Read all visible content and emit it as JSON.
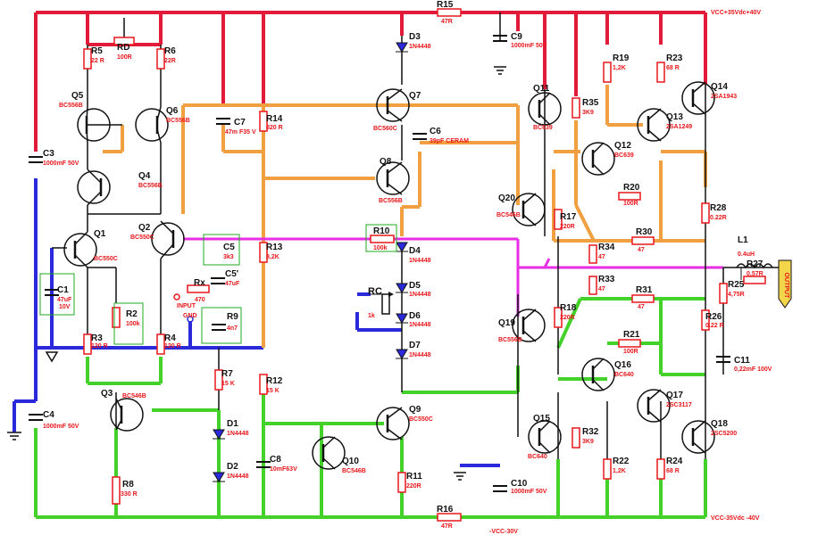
{
  "colors": {
    "vcc_pos": "#e31b3b",
    "vcc_neg": "#44d12a",
    "gnd": "#2a2adb",
    "mid": "#f0a040",
    "signal": "#e62ee6",
    "ink": "#111111",
    "value": "#e8161b",
    "resistor": "#e8161b",
    "marker": "#1fa81f"
  },
  "rails": {
    "vcc_pos": "VCC+35Vdc+40V",
    "vcc_neg": "VCC-35Vdc -40V",
    "neg_out": "-VCC-30V"
  },
  "input": {
    "label": "INPUT",
    "gnd": "GND"
  },
  "output": {
    "label": "OUTPUT"
  },
  "components": {
    "r15": {
      "ref": "R15",
      "val": "47R"
    },
    "r16": {
      "ref": "R16",
      "val": "47R"
    },
    "r5": {
      "ref": "R5",
      "val": "22 R"
    },
    "rd": {
      "ref": "RD",
      "val": "100R"
    },
    "r6": {
      "ref": "R6",
      "val": "22R"
    },
    "q5": {
      "ref": "Q5",
      "val": "BC556B"
    },
    "q6": {
      "ref": "Q6",
      "val": "BC556B"
    },
    "q4": {
      "ref": "Q4",
      "val": "BC556B"
    },
    "q2": {
      "ref": "Q2",
      "val": "BC550C"
    },
    "q1": {
      "ref": "Q1",
      "val": "BC550C"
    },
    "q3": {
      "ref": "Q3",
      "val": "BC546B"
    },
    "c3": {
      "ref": "C3",
      "val": "1000mF 50V"
    },
    "c4": {
      "ref": "C4",
      "val": "1000mF 50V"
    },
    "c1": {
      "ref": "C1",
      "val": "47uF",
      "val2": "10V"
    },
    "r2": {
      "ref": "R2",
      "val": "100k"
    },
    "r3": {
      "ref": "R3",
      "val": "120 R"
    },
    "r4": {
      "ref": "R4",
      "val": "120 R"
    },
    "r8": {
      "ref": "R8",
      "val": "330 R"
    },
    "c7": {
      "ref": "C7",
      "val": "47m F35 V"
    },
    "r14": {
      "ref": "R14",
      "val": "820 R"
    },
    "c5": {
      "ref": "C5",
      "val": "3k3"
    },
    "c5p": {
      "ref": "C5'",
      "val": "47uF"
    },
    "rx": {
      "ref": "Rx",
      "val": "470"
    },
    "r9": {
      "ref": "R9",
      "val": "4n7"
    },
    "r13": {
      "ref": "R13",
      "val": "8,2K"
    },
    "r7": {
      "ref": "R7",
      "val": "15 K"
    },
    "d1": {
      "ref": "D1",
      "val": "1N4448"
    },
    "d2": {
      "ref": "D2",
      "val": "1N4448"
    },
    "r12": {
      "ref": "R12",
      "val": "15 K"
    },
    "c8": {
      "ref": "C8",
      "val": "10mF63V"
    },
    "q10": {
      "ref": "Q10",
      "val": "BC546B"
    },
    "d3": {
      "ref": "D3",
      "val": "1N4448"
    },
    "c9": {
      "ref": "C9",
      "val": "1000mF 50V"
    },
    "q7": {
      "ref": "Q7",
      "val": "BC560C"
    },
    "c6": {
      "ref": "C6",
      "val": "39pF CERAM"
    },
    "q8": {
      "ref": "Q8",
      "val": "BC556B"
    },
    "r10": {
      "ref": "R10",
      "val": "100k"
    },
    "d4": {
      "ref": "D4",
      "val": "1N4448"
    },
    "rc": {
      "ref": "RC",
      "val": "1k"
    },
    "d5": {
      "ref": "D5",
      "val": "1N4448"
    },
    "d6": {
      "ref": "D6",
      "val": "1N4448"
    },
    "d7": {
      "ref": "D7",
      "val": "1N4448"
    },
    "q9": {
      "ref": "Q9",
      "val": "BC550C"
    },
    "r11": {
      "ref": "R11",
      "val": "220R"
    },
    "c10": {
      "ref": "C10",
      "val": "1000mF 50V"
    },
    "q11": {
      "ref": "Q11",
      "val": "BC639"
    },
    "r35": {
      "ref": "R35",
      "val": "3K9"
    },
    "r19": {
      "ref": "R19",
      "val": "1,2K"
    },
    "r23": {
      "ref": "R23",
      "val": "68 R"
    },
    "q14": {
      "ref": "Q14",
      "val": "2SA1943"
    },
    "q13": {
      "ref": "Q13",
      "val": "2SA1249"
    },
    "q12": {
      "ref": "Q12",
      "val": "BC639"
    },
    "r20": {
      "ref": "R20",
      "val": "100R"
    },
    "q20": {
      "ref": "Q20",
      "val": "BC546B"
    },
    "r17": {
      "ref": "R17",
      "val": "220R"
    },
    "r34": {
      "ref": "R34",
      "val": "47"
    },
    "r30": {
      "ref": "R30",
      "val": "47"
    },
    "r28": {
      "ref": "R28",
      "val": "0.22R"
    },
    "l1": {
      "ref": "L1",
      "val": "0.4uH"
    },
    "r27": {
      "ref": "R27",
      "val": "0,57R"
    },
    "r25": {
      "ref": "R25",
      "val": "4,75R"
    },
    "r33": {
      "ref": "R33",
      "val": "47"
    },
    "r31": {
      "ref": "R31",
      "val": "47"
    },
    "r18": {
      "ref": "R18",
      "val": "220R"
    },
    "q19": {
      "ref": "Q19",
      "val": "BC556B"
    },
    "r21": {
      "ref": "R21",
      "val": "100R"
    },
    "r26": {
      "ref": "R26",
      "val": "0.22 R"
    },
    "c11": {
      "ref": "C11",
      "val": "0,22mF 100V"
    },
    "q16": {
      "ref": "Q16",
      "val": "BC640"
    },
    "q17": {
      "ref": "Q17",
      "val": "2SC3117"
    },
    "q18": {
      "ref": "Q18",
      "val": "2SC5200"
    },
    "q15": {
      "ref": "Q15",
      "val": "BC640"
    },
    "r32": {
      "ref": "R32",
      "val": "3K9"
    },
    "r22": {
      "ref": "R22",
      "val": "1,2K"
    },
    "r24": {
      "ref": "R24",
      "val": "68 R"
    }
  }
}
